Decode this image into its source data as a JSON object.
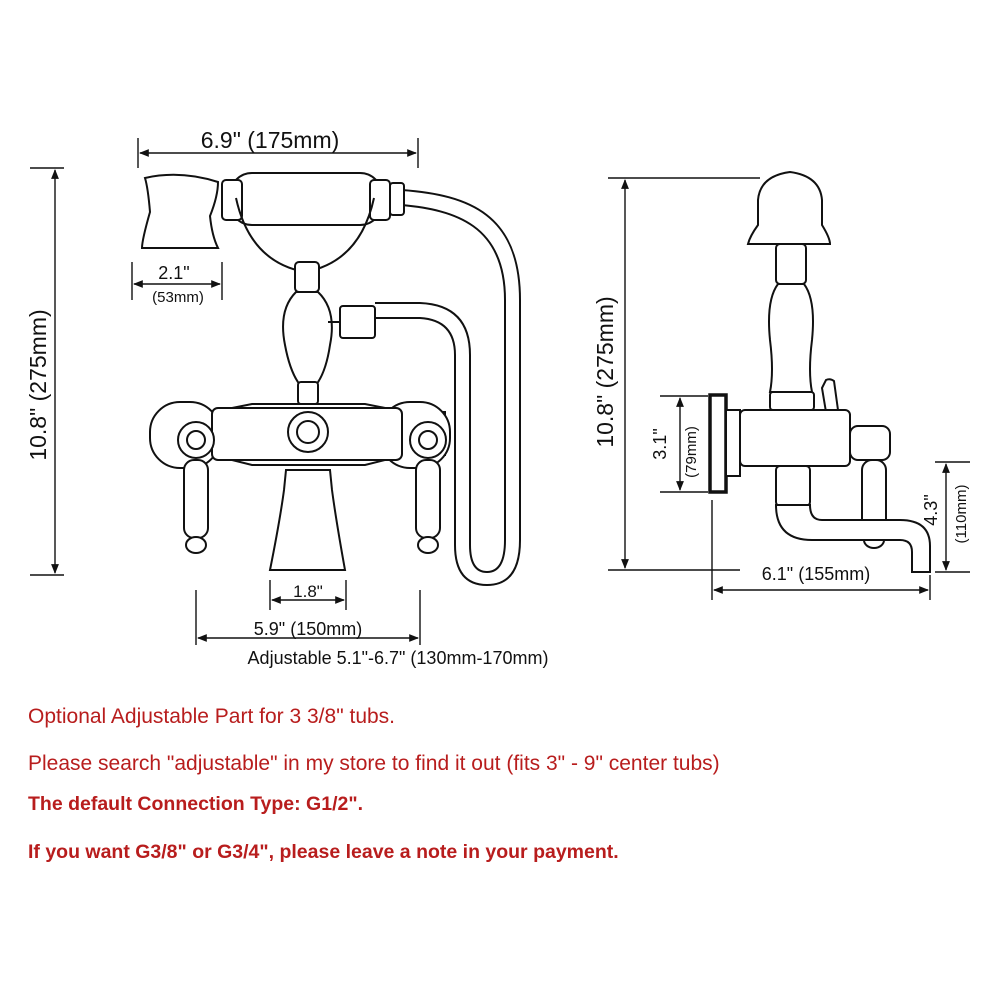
{
  "front_view": {
    "width_label": "6.9\" (175mm)",
    "handshower_label": "2.1\"",
    "handshower_mm_label": "(53mm)",
    "height_label": "10.8\" (275mm)",
    "leg_label": "1.8\"",
    "base_label": "5.9\" (150mm)",
    "adjustable_label": "Adjustable 5.1\"-6.7\" (130mm-170mm)"
  },
  "side_view": {
    "height_label": "10.8\" (275mm)",
    "flange_label": "3.1\"",
    "flange_mm_label": "(79mm)",
    "spout_height_label": "4.3\"",
    "spout_height_mm_label": "(110mm)",
    "reach_label": "6.1\" (155mm)"
  },
  "notes": [
    "Optional Adjustable Part for 3 3/8\" tubs.",
    "Please search \"adjustable\" in my store to find it out (fits 3\" - 9\" center tubs)",
    "The default Connection Type: G1/2\".",
    "If you want G3/8\" or G3/4\", please leave a note in your payment."
  ],
  "colors": {
    "line": "#111111",
    "note_text": "#b81d1d",
    "background": "#ffffff"
  }
}
